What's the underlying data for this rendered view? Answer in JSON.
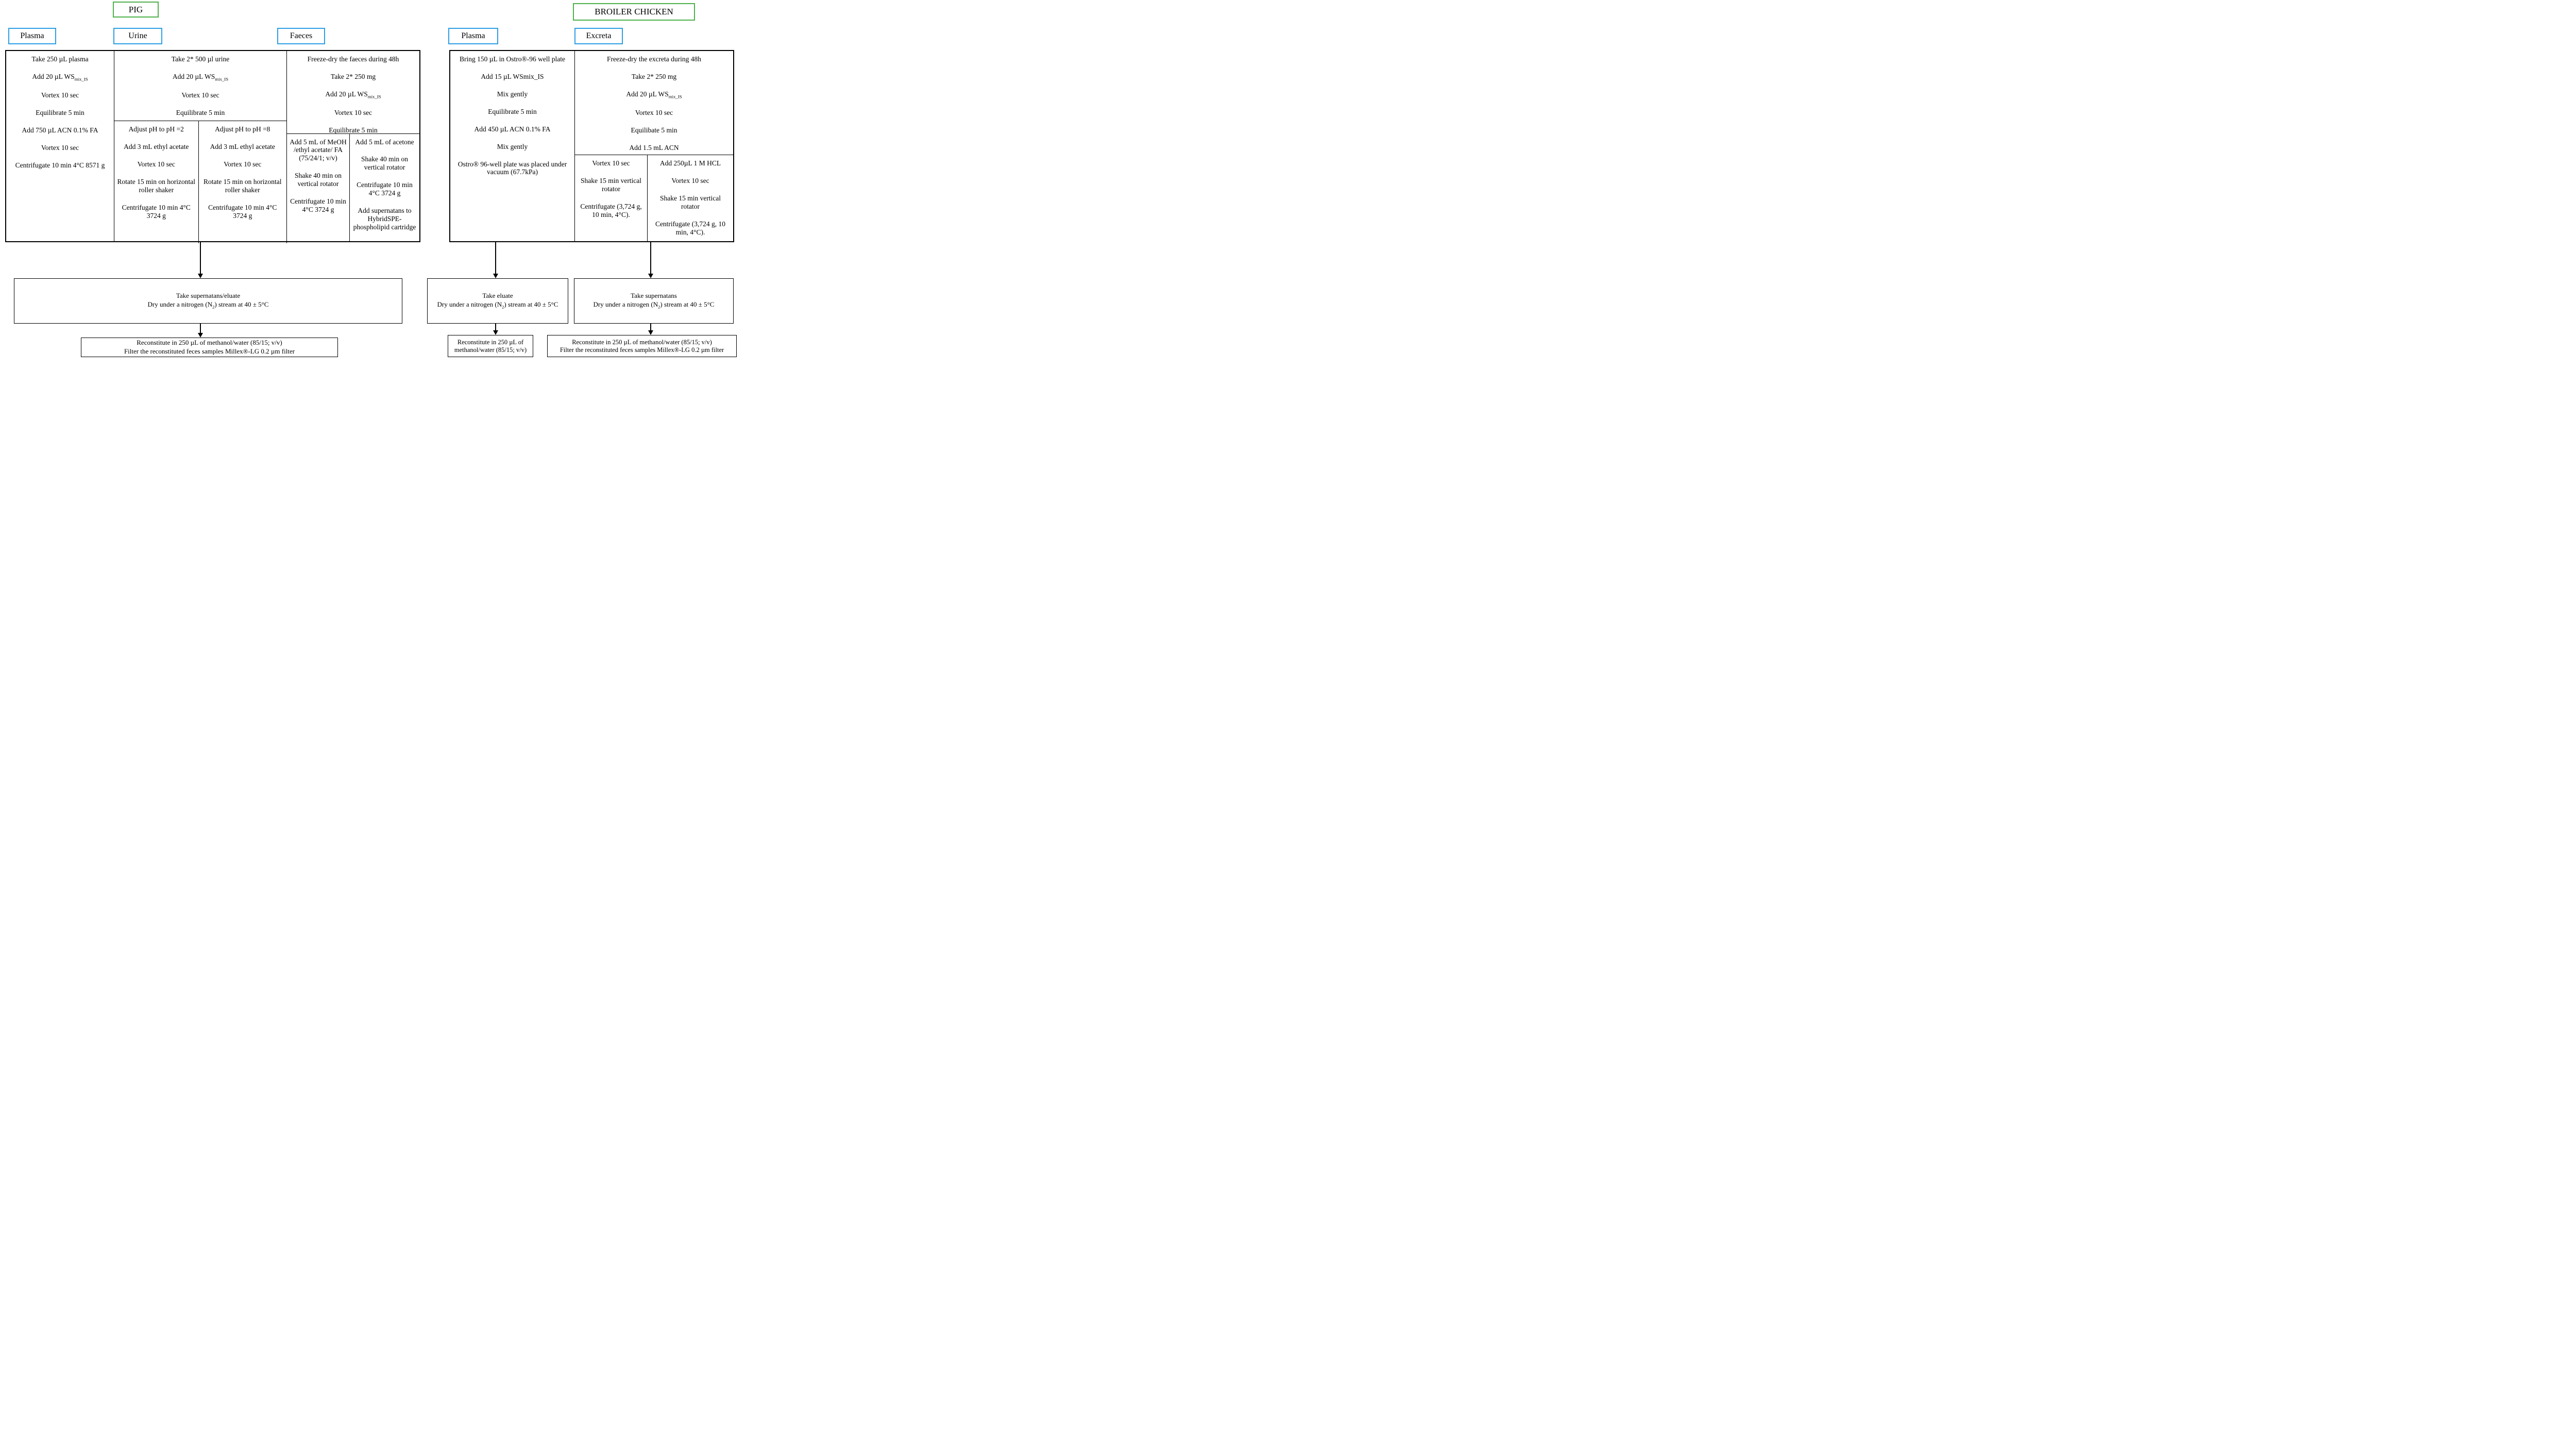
{
  "colors": {
    "green": "#4eb04a",
    "blue": "#2d9fe4",
    "line": "#000000"
  },
  "headers": {
    "pig": "PIG",
    "broiler_chicken": "BROILER CHICKEN",
    "pig_plasma": "Plasma",
    "pig_urine": "Urine",
    "pig_faeces": "Faeces",
    "chicken_plasma": "Plasma",
    "chicken_excreta": "Excreta"
  },
  "pig": {
    "plasma_steps": [
      "Take 250 µL plasma",
      "Add 20 µL WS_{mix_IS}",
      "Vortex 10 sec",
      "Equilibrate 5 min",
      "Add 750 µL ACN 0.1% FA",
      "Vortex 10 sec",
      "Centrifugate 10 min 4°C 8571 g"
    ],
    "urine": {
      "shared": [
        "Take 2* 500 µl urine",
        "Add 20 µL WS_{mix_IS}",
        "Vortex 10 sec",
        "Equilibrate 5 min"
      ],
      "ph2": [
        "Adjust pH to pH =2",
        "Add 3 mL ethyl acetate",
        "Vortex 10 sec",
        "Rotate 15 min on horizontal roller shaker",
        "Centrifugate 10 min 4°C 3724 g"
      ],
      "ph8": [
        "Adjust pH to pH =8",
        "Add 3 mL ethyl acetate",
        "Vortex 10 sec",
        "Rotate 15 min on horizontal roller shaker",
        "Centrifugate 10 min 4°C 3724 g"
      ]
    },
    "faeces": {
      "shared": [
        "Freeze-dry the faeces during 48h",
        "Take 2* 250 mg",
        "Add 20 µL WS_{mix_IS}",
        "Vortex 10 sec",
        "Equilibrate 5 min"
      ],
      "meoh": [
        "Add 5 mL of MeOH /ethyl acetate/ FA (75/24/1; v/v)",
        "Shake 40 min on vertical rotator",
        "Centrifugate 10 min 4°C 3724 g"
      ],
      "acetone": [
        "Add 5 mL of acetone",
        "Shake 40 min on vertical rotator",
        "Centrifugate 10 min 4°C 3724 g",
        "Add supernatans to HybridSPE-phospholipid cartridge"
      ]
    },
    "dry_box": [
      "Take supernatans/eluate",
      "Dry under a nitrogen (N_{2}) stream at 40 ± 5°C"
    ],
    "reconstitute_box": [
      "Reconstitute in 250 µL of methanol/water (85/15; v/v)",
      "Filter the reconstituted feces samples Millex®-LG 0.2 µm filter"
    ]
  },
  "chicken": {
    "plasma_steps": [
      "Bring 150 µL in Ostro®-96 well plate",
      "Add 15 µL WSmix_IS",
      "Mix gently",
      "Equilibrate 5 min",
      "Add 450 µL ACN 0.1% FA",
      "Mix gently",
      "Ostro® 96-well plate was placed under vacuum (67.7kPa)"
    ],
    "excreta": {
      "shared": [
        "Freeze-dry the excreta during 48h",
        "Take 2* 250 mg",
        "Add 20 µL WS_{mix_IS}",
        "Vortex 10 sec",
        "Equilibate 5 min",
        "Add 1.5 mL ACN"
      ],
      "left": [
        "Vortex 10 sec",
        "Shake 15 min vertical rotator",
        "Centrifugate (3,724 g, 10 min, 4°C)."
      ],
      "hcl": [
        "Add 250µL 1 M HCL",
        "Vortex 10 sec",
        "Shake 15 min vertical rotator",
        "Centrifugate (3,724 g, 10 min, 4°C)."
      ]
    },
    "plasma_dry_box": [
      "Take eluate",
      "Dry under a nitrogen (N_{2}) stream at 40 ± 5°C"
    ],
    "plasma_reconstitute_box": [
      "Reconstitute in 250 µL of methanol/water (85/15; v/v)"
    ],
    "excreta_dry_box": [
      "Take supernatans",
      "Dry under a nitrogen (N_{2}) stream at 40 ± 5°C"
    ],
    "excreta_reconstitute_box": [
      "Reconstitute in 250 µL of methanol/water (85/15; v/v)",
      "Filter the reconstituted feces samples Millex®-LG 0.2 µm filter"
    ]
  }
}
